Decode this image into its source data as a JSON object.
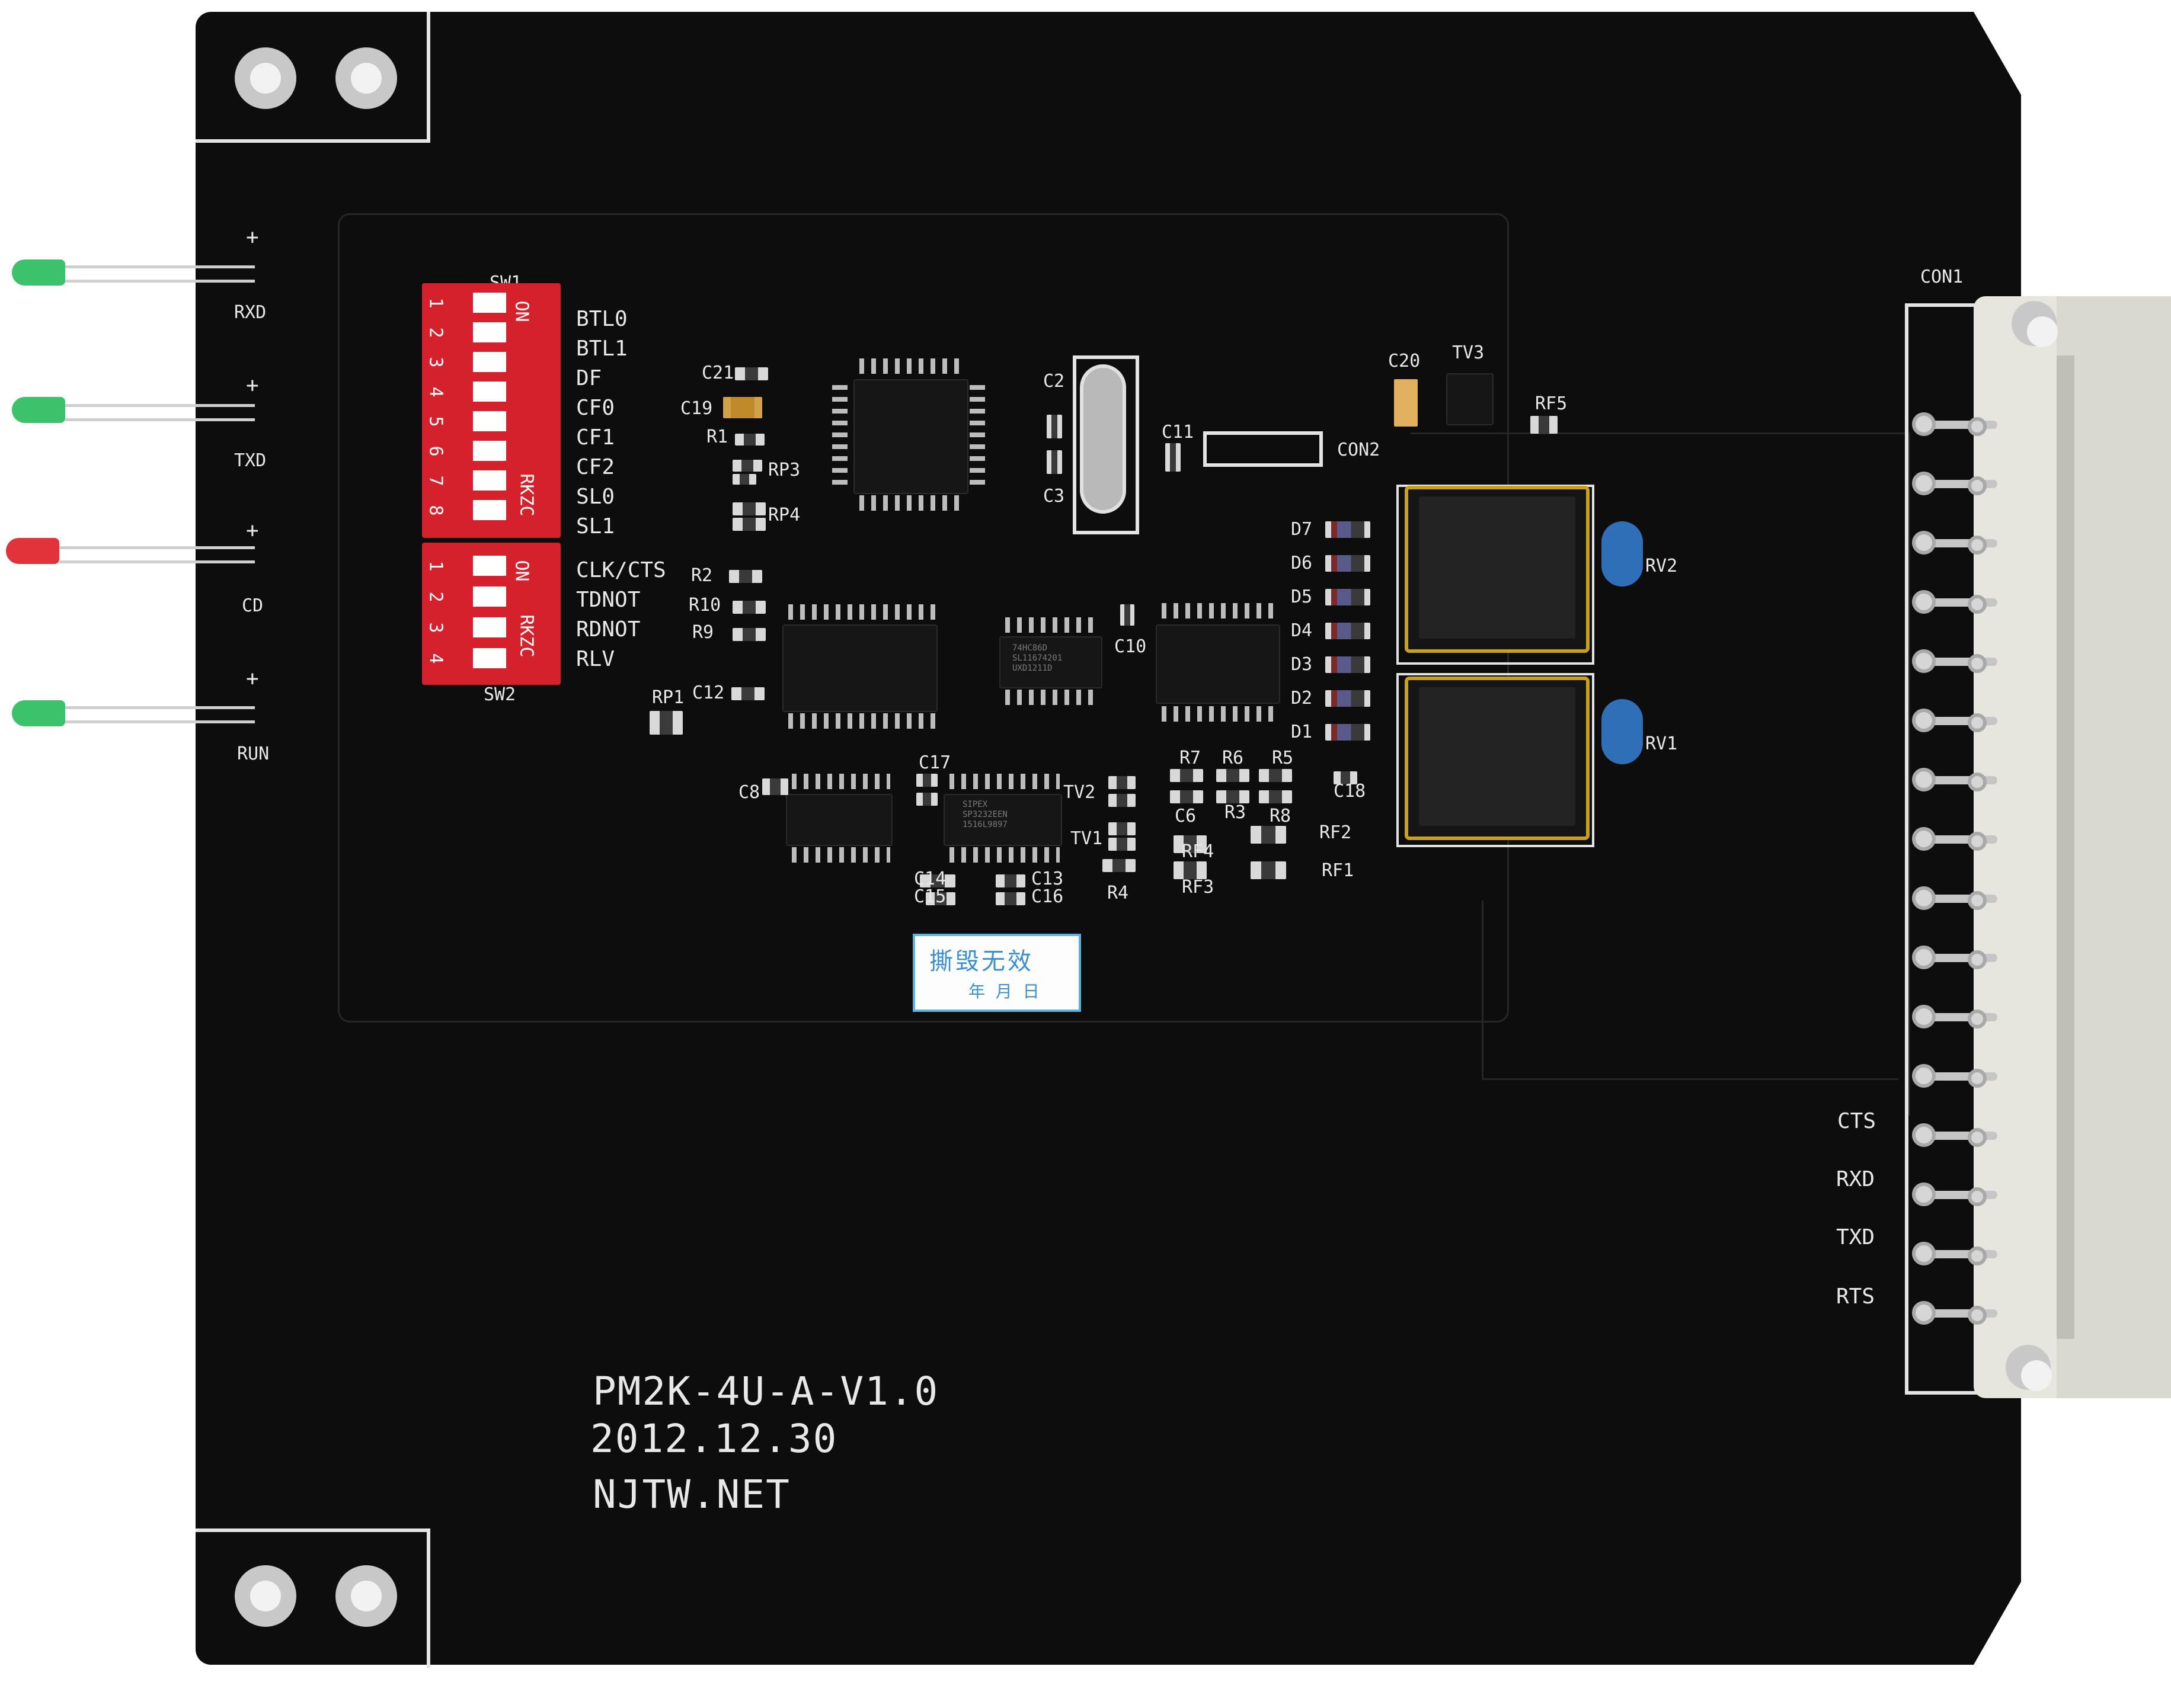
{
  "board": {
    "model": "PM2K-4U-A-V1.0",
    "date": "2012.12.30",
    "website": "NJTW.NET"
  },
  "leds": [
    {
      "label": "RXD",
      "plus": "+",
      "color": "#3cc26a"
    },
    {
      "label": "TXD",
      "plus": "+",
      "color": "#3cc26a"
    },
    {
      "label": "CD",
      "plus": "+",
      "color": "#e2323a"
    },
    {
      "label": "RUN",
      "plus": "+",
      "color": "#3cc26a"
    }
  ],
  "sw1": {
    "label": "SW1",
    "on": "ON",
    "brand": "RKZC",
    "numbers": [
      "1",
      "2",
      "3",
      "4",
      "5",
      "6",
      "7",
      "8"
    ],
    "functions": [
      "BTL0",
      "BTL1",
      "DF",
      "CF0",
      "CF1",
      "CF2",
      "SL0",
      "SL1"
    ]
  },
  "sw2": {
    "label": "SW2",
    "on": "ON",
    "brand": "RKZC",
    "numbers": [
      "1",
      "2",
      "3",
      "4"
    ],
    "functions": [
      "CLK/CTS",
      "TDNOT",
      "RDNOT",
      "RLV"
    ]
  },
  "components": {
    "C21": "C21",
    "C19": "C19",
    "R1": "R1",
    "RP3": "RP3",
    "RP4": "RP4",
    "C2": "C2",
    "C3": "C3",
    "C11": "C11",
    "CON2": "CON2",
    "C20": "C20",
    "TV3": "TV3",
    "RF5": "RF5",
    "R2": "R2",
    "R10": "R10",
    "R9": "R9",
    "RP1": "RP1",
    "C12": "C12",
    "C10": "C10",
    "C17": "C17",
    "C8": "C8",
    "TV2": "TV2",
    "TV1": "TV1",
    "C14": "C14",
    "C15": "C15",
    "C13": "C13",
    "C16": "C16",
    "R4": "R4",
    "R7": "R7",
    "R6": "R6",
    "R5": "R5",
    "C6": "C6",
    "R3": "R3",
    "R8": "R8",
    "RF4": "RF4",
    "RF3": "RF3",
    "RF2": "RF2",
    "RF1": "RF1",
    "C18": "C18",
    "RV2": "RV2",
    "RV1": "RV1",
    "CON1": "CON1"
  },
  "diodes": [
    "D7",
    "D6",
    "D5",
    "D4",
    "D3",
    "D2",
    "D1"
  ],
  "chip_markings": {
    "u_mid": [
      "74HC86D",
      "SL11674201",
      "UXD1211D"
    ],
    "u_driver": [
      "SIPEX",
      "SP3232EEN",
      "1516L9897"
    ]
  },
  "connector_labels": [
    "CTS",
    "RXD",
    "TXD",
    "RTS"
  ],
  "sticker": {
    "title": "撕毁无效",
    "date_line": "年  月  日"
  },
  "colors": {
    "pcb": "#0d0d0e",
    "silkscreen": "#e8e8e8",
    "dip_switch": "#d4212b",
    "varistor": "#2f6fb8",
    "transformer_tape": "#c8a020"
  }
}
